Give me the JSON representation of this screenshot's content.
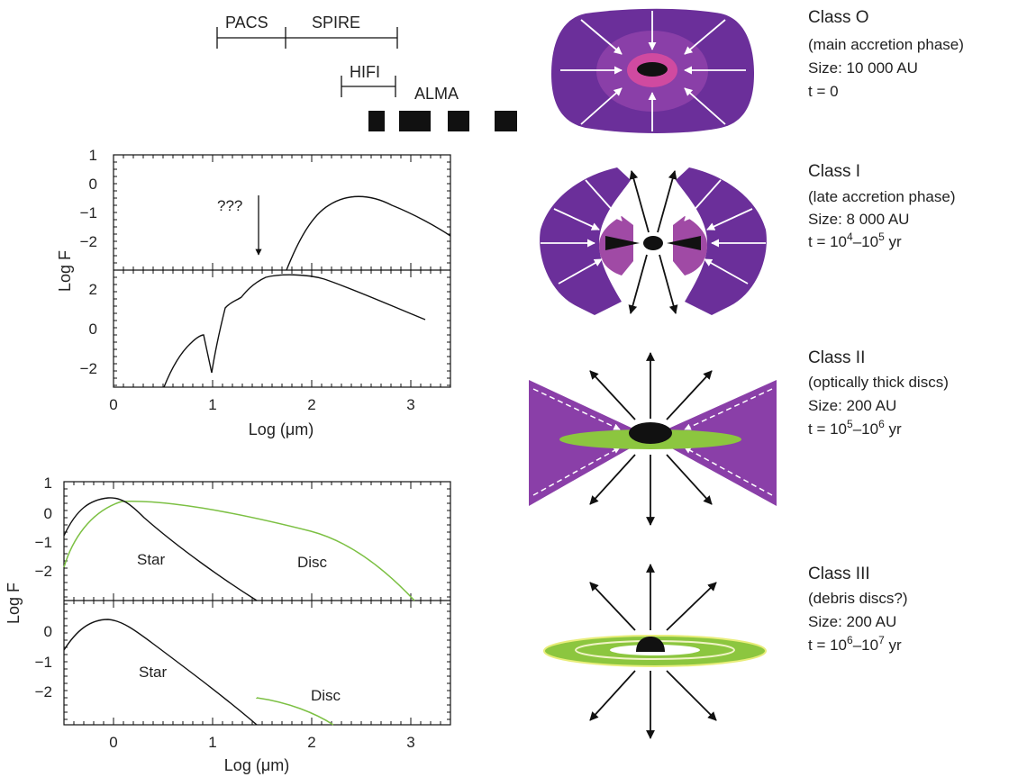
{
  "instruments": {
    "pacs": "PACS",
    "spire": "SPIRE",
    "hifi": "HIFI",
    "alma": "ALMA"
  },
  "upper_plot": {
    "ylabel": "Log F",
    "xlabel": "Log (μm)",
    "annotation": "???",
    "x_ticks": [
      "0",
      "1",
      "2",
      "3"
    ],
    "top_y_ticks": [
      "1",
      "0",
      "−1",
      "−2"
    ],
    "bottom_y_ticks": [
      "2",
      "0",
      "−2"
    ]
  },
  "lower_plot": {
    "ylabel": "Log F",
    "xlabel": "Log (μm)",
    "x_ticks": [
      "0",
      "1",
      "2",
      "3"
    ],
    "top_y_ticks": [
      "1",
      "0",
      "−1",
      "−2"
    ],
    "bottom_y_ticks": [
      "0",
      "−1",
      "−2"
    ],
    "top_star_label": "Star",
    "top_disc_label": "Disc",
    "bottom_star_label": "Star",
    "bottom_disc_label": "Disc"
  },
  "classes": [
    {
      "title": "Class O",
      "desc": "(main accretion phase)",
      "size": "Size: 10 000 AU",
      "time": "t = 0"
    },
    {
      "title": "Class I",
      "desc": "(late accretion phase)",
      "size": "Size: 8 000 AU",
      "time_prefix": "t = 10",
      "time_exp1": "4",
      "time_mid": "–10",
      "time_exp2": "5",
      "time_suffix": " yr"
    },
    {
      "title": "Class II",
      "desc": "(optically thick discs)",
      "size": "Size: 200 AU",
      "time_prefix": "t = 10",
      "time_exp1": "5",
      "time_mid": "–10",
      "time_exp2": "6",
      "time_suffix": " yr"
    },
    {
      "title": "Class III",
      "desc": "(debris discs?)",
      "size": "Size: 200 AU",
      "time_prefix": "t = 10",
      "time_exp1": "6",
      "time_mid": "–10",
      "time_exp2": "7",
      "time_suffix": " yr"
    }
  ],
  "colors": {
    "purple_dark": "#6b2f9a",
    "purple_mid": "#8a3fa8",
    "purple_light": "#a04aa5",
    "magenta": "#d04aa0",
    "green": "#8cc63f",
    "disc_line": "#7cc043",
    "black": "#111111"
  }
}
